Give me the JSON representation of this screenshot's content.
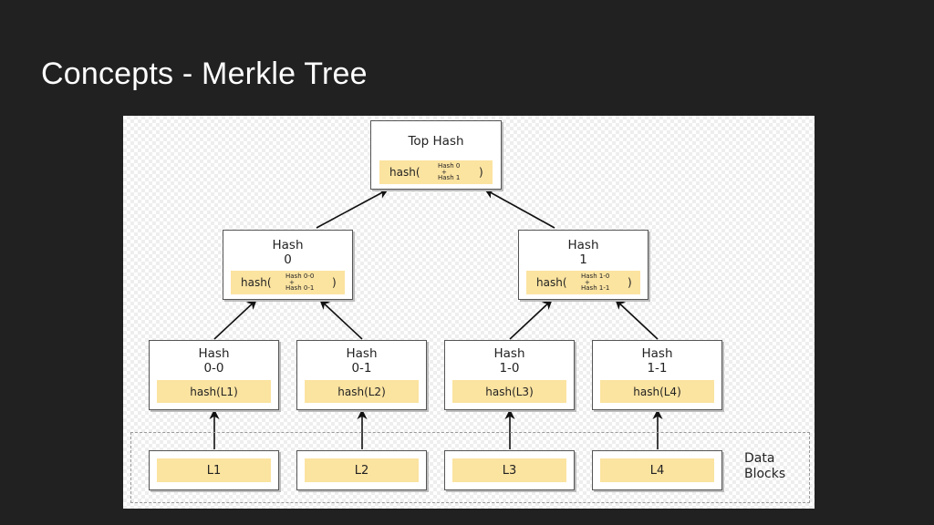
{
  "slide": {
    "title": "Concepts - Merkle Tree"
  },
  "diagram": {
    "top": {
      "title": "Top Hash",
      "fn": "hash(",
      "arg1": "Hash 0",
      "plus": "+",
      "arg2": "Hash 1",
      "close": ")"
    },
    "hash0": {
      "title": "Hash\n0",
      "fn": "hash(",
      "arg1": "Hash 0-0",
      "plus": "+",
      "arg2": "Hash 0-1",
      "close": ")"
    },
    "hash1": {
      "title": "Hash\n1",
      "fn": "hash(",
      "arg1": "Hash 1-0",
      "plus": "+",
      "arg2": "Hash 1-1",
      "close": ")"
    },
    "leaves": [
      {
        "title": "Hash\n0-0",
        "value": "hash(L1)"
      },
      {
        "title": "Hash\n0-1",
        "value": "hash(L2)"
      },
      {
        "title": "Hash\n1-0",
        "value": "hash(L3)"
      },
      {
        "title": "Hash\n1-1",
        "value": "hash(L4)"
      }
    ],
    "blocks": [
      "L1",
      "L2",
      "L3",
      "L4"
    ],
    "data_blocks_label": "Data\nBlocks",
    "colors": {
      "hash_fill": "#fbe3a0",
      "node_border": "#555555",
      "arrow": "#111111"
    }
  }
}
